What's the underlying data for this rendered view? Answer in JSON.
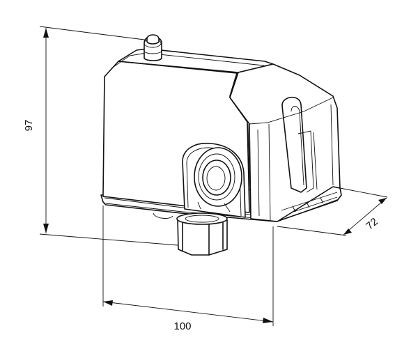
{
  "dimensions": {
    "height": "97",
    "width": "100",
    "depth": "72"
  }
}
